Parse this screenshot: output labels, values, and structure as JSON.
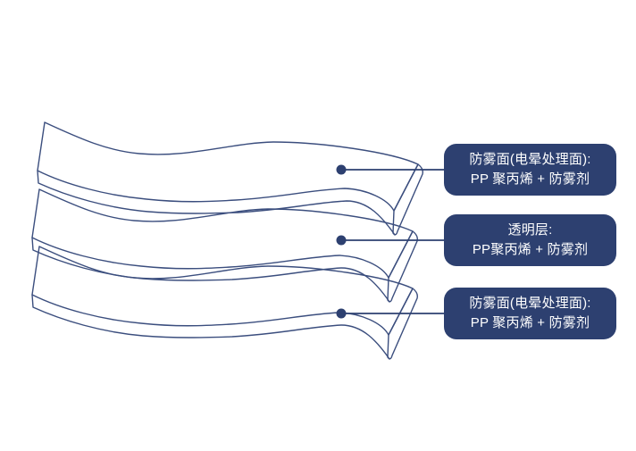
{
  "colors": {
    "background": "#ffffff",
    "accent": "#2d4070",
    "outline": "#3b4e7e",
    "label_text": "#ffffff"
  },
  "diagram": {
    "layers": [
      {
        "name": "top-antifog-layer",
        "title": "防雾面(电晕处理面):",
        "material": "PP 聚丙烯 + 防雾剂"
      },
      {
        "name": "middle-transparent-layer",
        "title": "透明层:",
        "material": "PP聚丙烯 + 防雾剂"
      },
      {
        "name": "bottom-antifog-layer",
        "title": "防雾面(电晕处理面):",
        "material": "PP 聚丙烯 + 防雾剂"
      }
    ]
  }
}
